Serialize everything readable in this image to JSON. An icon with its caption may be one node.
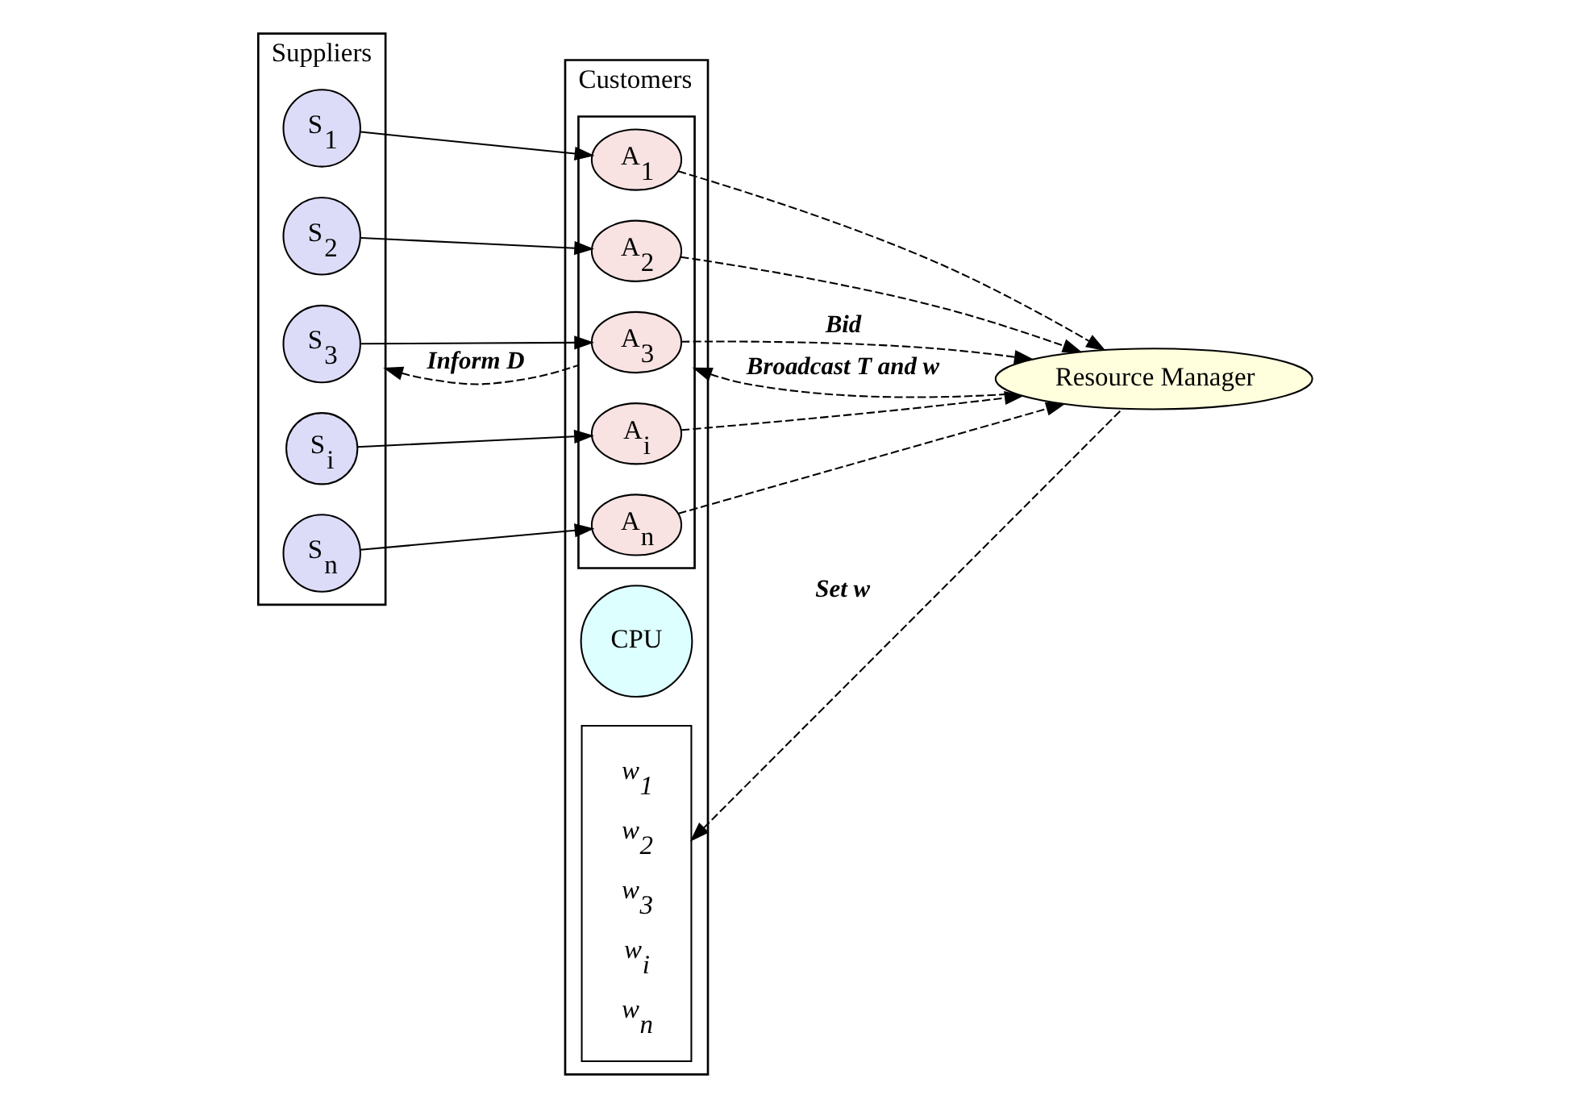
{
  "diagram": {
    "nodes": [
      {
        "text": [
          "Suppliers"
        ]
      },
      {
        "text": [
          "S$_{1}$"
        ],
        "in": 0
      },
      {
        "text": [
          "S$_{2}$"
        ],
        "in": 0
      },
      {
        "text": [
          "S$_{3}$"
        ],
        "in": 0
      },
      {
        "text": [
          "S$_{i}$"
        ],
        "in": 0
      },
      {
        "text": [
          "S$_{n}$"
        ],
        "in": 0
      },
      {
        "text": [
          "Customers"
        ]
      },
      {
        "text": [],
        "shape": "box",
        "in": 6
      },
      {
        "text": [
          "A$_{1}$"
        ],
        "in": 7
      },
      {
        "text": [
          "A$_{2}$"
        ],
        "in": 7
      },
      {
        "text": [
          "A$_{3}$"
        ],
        "in": 7
      },
      {
        "text": [
          "A$_{i}$"
        ],
        "in": 7
      },
      {
        "text": [
          "A$_{n}$"
        ],
        "in": 7
      },
      {
        "text": [
          "CPU"
        ],
        "in": 6
      },
      {
        "text": [
          "w$_{1}$",
          "w$_{2}$",
          "w$_{3}$",
          "w$_{i}$",
          "w$_{n}$"
        ],
        "in": 6
      },
      {
        "text": [
          "Resource Manager"
        ]
      }
    ],
    "edges": [
      {
        "from": 1,
        "to": 8,
        "arrow": "to"
      },
      {
        "from": 2,
        "to": 9,
        "arrow": "to"
      },
      {
        "from": 3,
        "to": 10,
        "arrow": "to"
      },
      {
        "from": 4,
        "to": 11,
        "arrow": "to"
      },
      {
        "from": 5,
        "to": 12,
        "arrow": "to"
      },
      {
        "from": 8,
        "to": 15,
        "arrow": "to",
        "style": "dashed"
      },
      {
        "from": 9,
        "to": 15,
        "arrow": "to",
        "style": "dashed"
      },
      {
        "from": 10,
        "to": 15,
        "arrow": "to",
        "style": "dashed",
        "label": "Bid"
      },
      {
        "from": 11,
        "to": 15,
        "arrow": "to",
        "style": "dashed"
      },
      {
        "from": 12,
        "to": 15,
        "arrow": "to",
        "style": "dashed"
      },
      {
        "from": 15,
        "to": 14,
        "arrow": "to",
        "style": "dashed",
        "label": "Set w"
      },
      {
        "from": 7,
        "to": 0,
        "arrow": "to",
        "style": "dashed",
        "label": "Inform D"
      },
      {
        "from": 15,
        "to": 7,
        "arrow": "to",
        "style": "dashed",
        "label": "Broadcast T and w"
      }
    ]
  }
}
